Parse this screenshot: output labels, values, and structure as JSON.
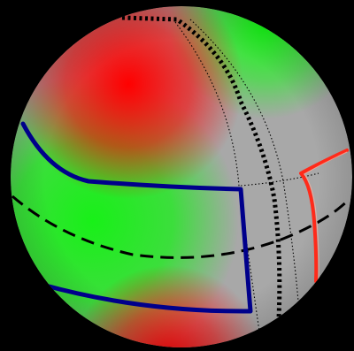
{
  "colors": {
    "background": "#000000",
    "sphere_base": "#a8a8a8",
    "red_region": "#ff0000",
    "green_region": "#18f018",
    "blue_curve": "#00008b",
    "red_curve": "#ff2a1a",
    "dashed_curve": "#000000",
    "dotted_curve": "#000000"
  },
  "figure": {
    "subject": "sphere",
    "regions": [
      "red",
      "green"
    ],
    "curves": [
      "blue",
      "red",
      "black-dashed",
      "black-dotted"
    ]
  }
}
